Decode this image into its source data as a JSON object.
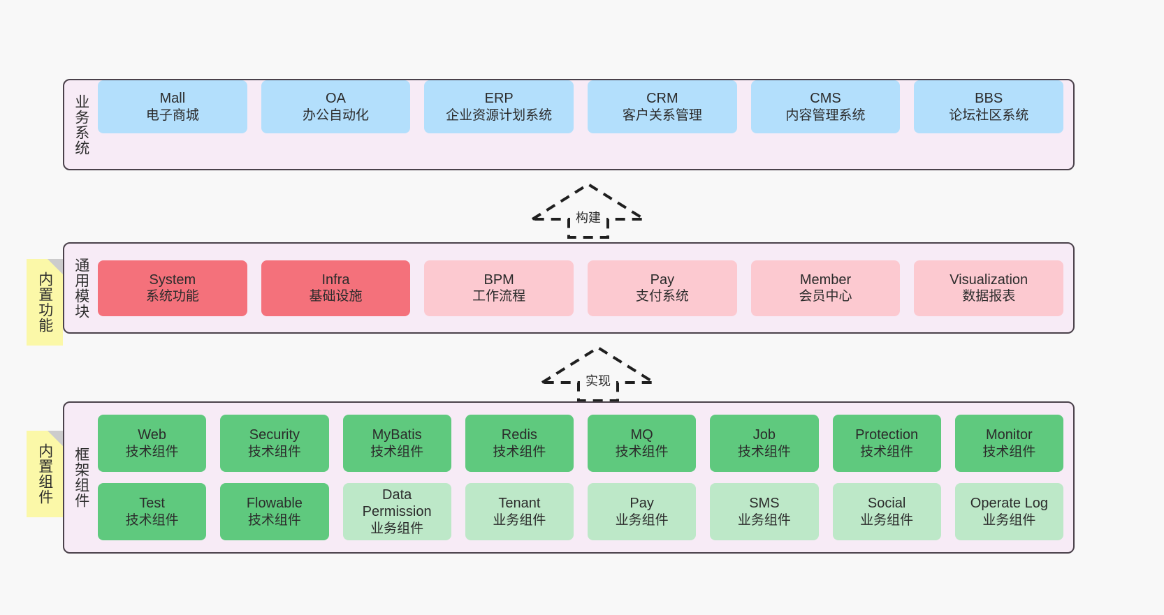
{
  "diagram": {
    "background_color": "#f8f8f8",
    "tier_background_color": "#f7ebf6",
    "tier_border_color": "#4a414a",
    "note_color": "#fbf8a8",
    "colors": {
      "business": "#b3dffc",
      "common_core": "#f4717b",
      "common_other": "#fcc9d0",
      "framework_tech": "#5fc97e",
      "framework_business": "#bde8c8"
    }
  },
  "tiers": [
    {
      "id": "business",
      "label": "业务系统",
      "rows": [
        {
          "cells": [
            {
              "en": "Mall",
              "cn": "电子商城",
              "color": "blue"
            },
            {
              "en": "OA",
              "cn": "办公自动化",
              "color": "blue"
            },
            {
              "en": "ERP",
              "cn": "企业资源计划系统",
              "color": "blue"
            },
            {
              "en": "CRM",
              "cn": "客户关系管理",
              "color": "blue"
            },
            {
              "en": "CMS",
              "cn": "内容管理系统",
              "color": "blue"
            },
            {
              "en": "BBS",
              "cn": "论坛社区系统",
              "color": "blue"
            }
          ]
        }
      ]
    },
    {
      "id": "common",
      "label": "通用模块",
      "note": "内置功能",
      "rows": [
        {
          "cells": [
            {
              "en": "System",
              "cn": "系统功能",
              "color": "red"
            },
            {
              "en": "Infra",
              "cn": "基础设施",
              "color": "red"
            },
            {
              "en": "BPM",
              "cn": "工作流程",
              "color": "pink"
            },
            {
              "en": "Pay",
              "cn": "支付系统",
              "color": "pink"
            },
            {
              "en": "Member",
              "cn": "会员中心",
              "color": "pink"
            },
            {
              "en": "Visualization",
              "cn": "数据报表",
              "color": "pink"
            }
          ]
        }
      ]
    },
    {
      "id": "framework",
      "label": "框架组件",
      "note": "内置组件",
      "rows": [
        {
          "cells": [
            {
              "en": "Web",
              "cn": "技术组件",
              "color": "green"
            },
            {
              "en": "Security",
              "cn": "技术组件",
              "color": "green"
            },
            {
              "en": "MyBatis",
              "cn": "技术组件",
              "color": "green"
            },
            {
              "en": "Redis",
              "cn": "技术组件",
              "color": "green"
            },
            {
              "en": "MQ",
              "cn": "技术组件",
              "color": "green"
            },
            {
              "en": "Job",
              "cn": "技术组件",
              "color": "green"
            },
            {
              "en": "Protection",
              "cn": "技术组件",
              "color": "green"
            },
            {
              "en": "Monitor",
              "cn": "技术组件",
              "color": "green"
            }
          ]
        },
        {
          "cells": [
            {
              "en": "Test",
              "cn": "技术组件",
              "color": "green"
            },
            {
              "en": "Flowable",
              "cn": "技术组件",
              "color": "green"
            },
            {
              "en": "Data Permission",
              "cn": "业务组件",
              "color": "lightgreen"
            },
            {
              "en": "Tenant",
              "cn": "业务组件",
              "color": "lightgreen"
            },
            {
              "en": "Pay",
              "cn": "业务组件",
              "color": "lightgreen"
            },
            {
              "en": "SMS",
              "cn": "业务组件",
              "color": "lightgreen"
            },
            {
              "en": "Social",
              "cn": "业务组件",
              "color": "lightgreen"
            },
            {
              "en": "Operate Log",
              "cn": "业务组件",
              "color": "lightgreen"
            }
          ]
        }
      ]
    }
  ],
  "arrows": [
    {
      "id": "build",
      "label": "构建",
      "direction": "up",
      "style": "dashed-generalization"
    },
    {
      "id": "realize",
      "label": "实现",
      "direction": "up",
      "style": "dashed-generalization"
    }
  ]
}
